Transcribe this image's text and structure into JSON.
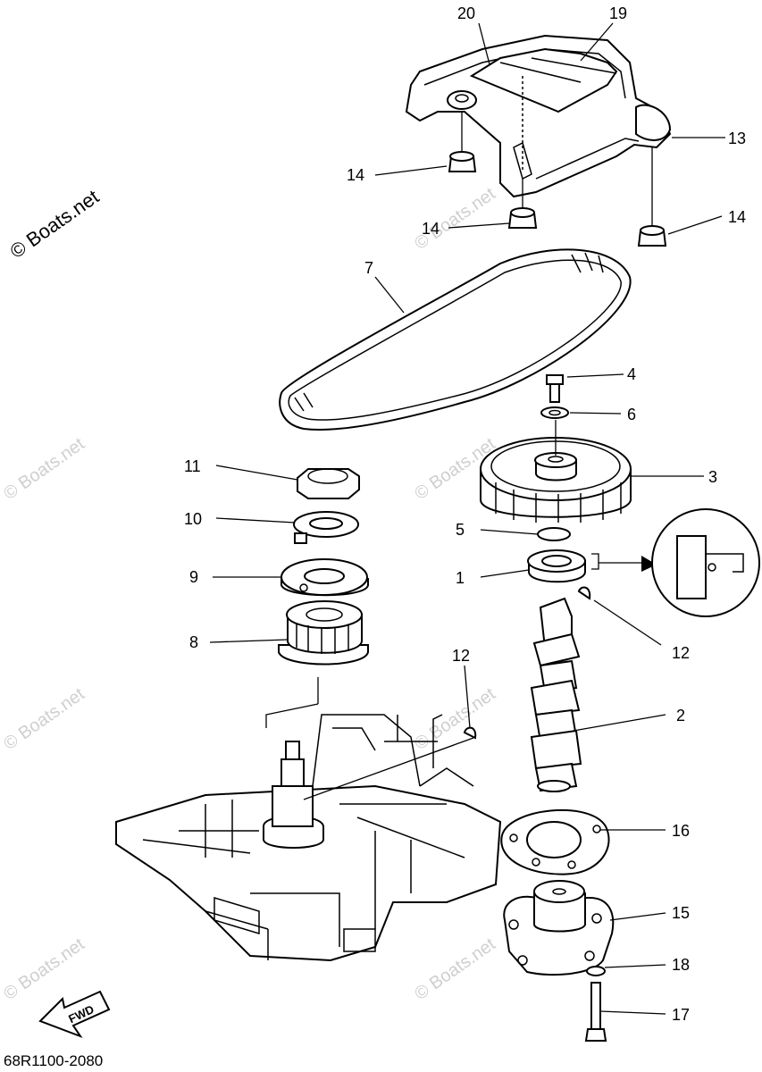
{
  "watermark": {
    "main": "© Boats.net",
    "faint": "© Boats.net"
  },
  "part_labels": {
    "p1": "1",
    "p2": "2",
    "p3": "3",
    "p4": "4",
    "p5": "5",
    "p6": "6",
    "p7": "7",
    "p8": "8",
    "p9": "9",
    "p10": "10",
    "p11": "11",
    "p12a": "12",
    "p12b": "12",
    "p13": "13",
    "p14a": "14",
    "p14b": "14",
    "p14c": "14",
    "p15": "15",
    "p16": "16",
    "p17": "17",
    "p18": "18",
    "p19": "19",
    "p20": "20"
  },
  "fwd_arrow": {
    "label": "FWD"
  },
  "diagram_code": "68R1100-2080"
}
